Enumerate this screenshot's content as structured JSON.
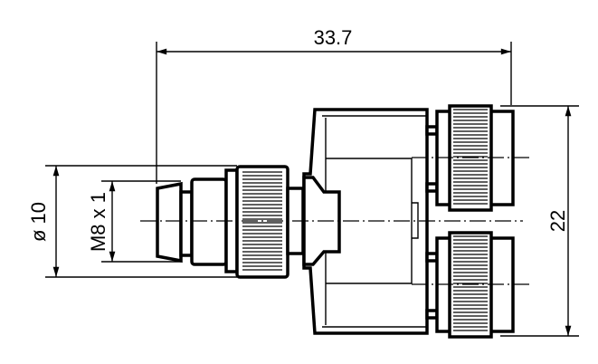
{
  "dimensions": {
    "length": "33.7",
    "outer_diameter": "ø 10",
    "thread": "M8 x 1",
    "height": "22"
  },
  "colors": {
    "line": "#000000",
    "background": "#ffffff"
  }
}
